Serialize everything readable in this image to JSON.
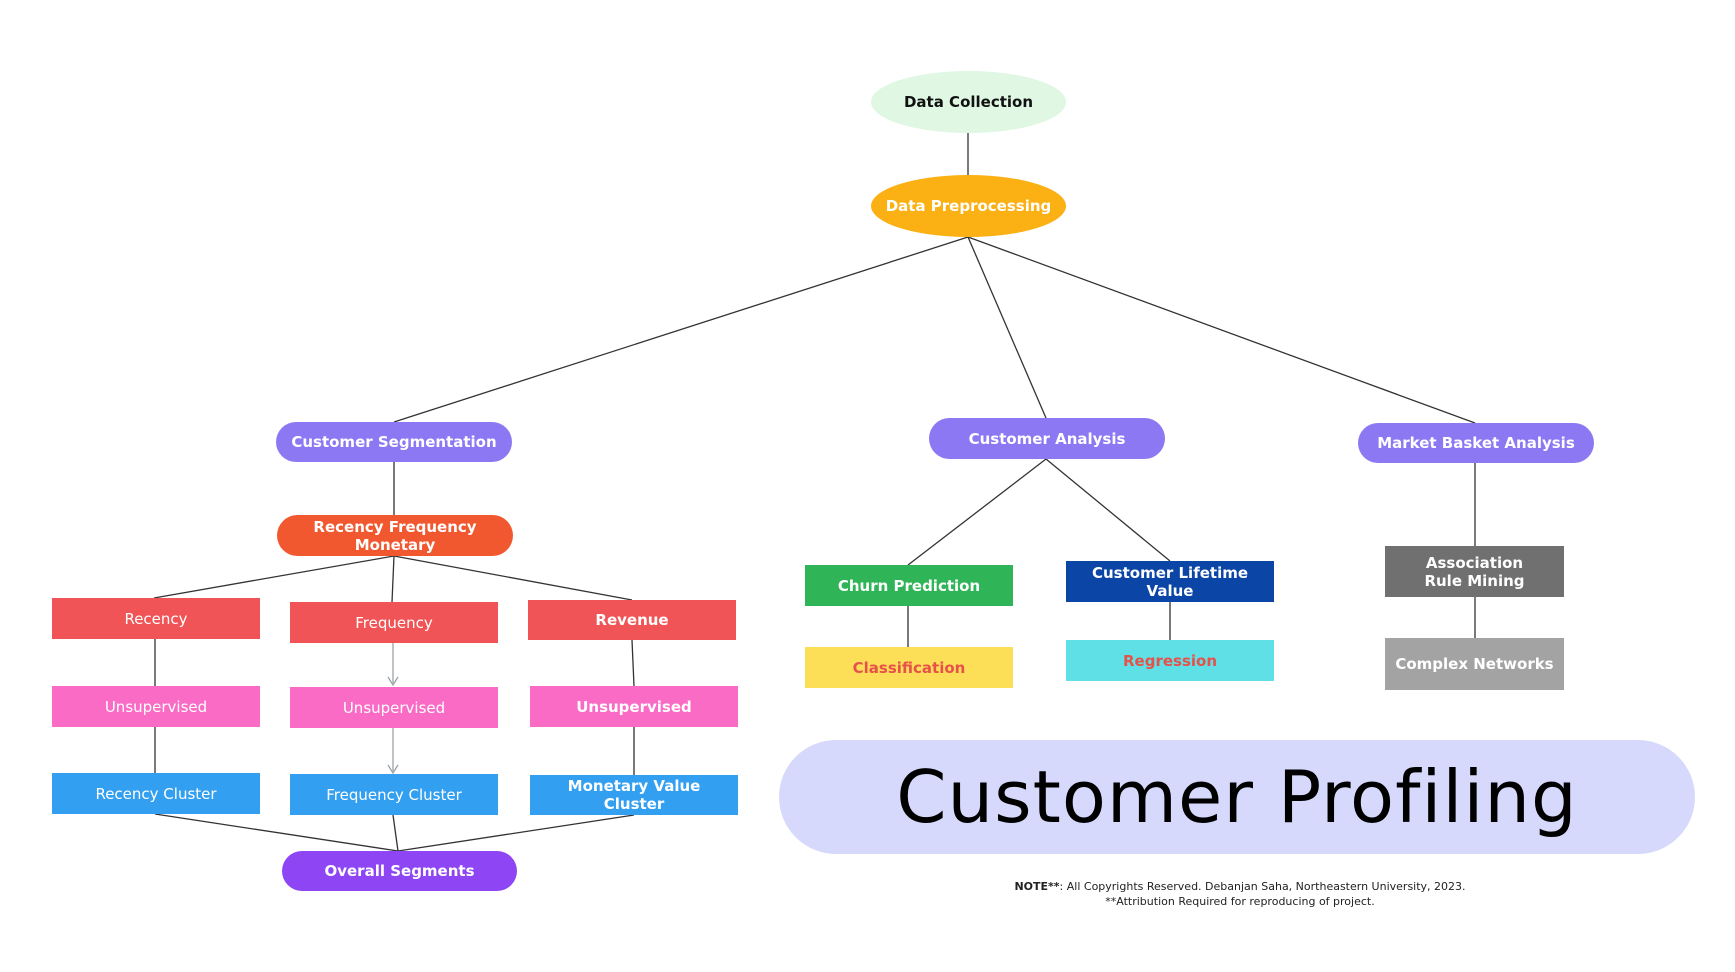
{
  "nodes": {
    "data_collection": "Data Collection",
    "data_preprocessing": "Data Preprocessing",
    "customer_segmentation": "Customer Segmentation",
    "customer_analysis": "Customer Analysis",
    "market_basket_analysis": "Market Basket Analysis",
    "rfm": "Recency Frequency Monetary",
    "recency": "Recency",
    "frequency": "Frequency",
    "revenue": "Revenue",
    "unsupervised_1": "Unsupervised",
    "unsupervised_2": "Unsupervised",
    "unsupervised_3": "Unsupervised",
    "recency_cluster": "Recency Cluster",
    "frequency_cluster": "Frequency Cluster",
    "monetary_value_cluster": "Monetary Value Cluster",
    "overall_segments": "Overall Segments",
    "churn_prediction": "Churn Prediction",
    "classification": "Classification",
    "customer_lifetime_value": "Customer Lifetime Value",
    "regression": "Regression",
    "association_rule_mining": "Association Rule Mining",
    "complex_networks": "Complex Networks"
  },
  "title": "Customer Profiling",
  "note": {
    "prefix": "NOTE**",
    "line1": ": All Copyrights Reserved. Debanjan Saha, Northeastern University, 2023.",
    "line2": "**Attribution Required for reproducing of project."
  },
  "colors": {
    "mint": "#dff7e3",
    "amber": "#fbb013",
    "lavender": "#8c78f3",
    "orange_red": "#f1582f",
    "coral": "#f15456",
    "pink": "#fa6bc5",
    "sky_blue": "#339ff0",
    "purple": "#8e46f4",
    "green": "#2fb558",
    "yellow": "#fddf57",
    "navy": "#0b45a6",
    "cyan": "#5ee0e6",
    "dark_gray": "#707070",
    "light_gray": "#a3a3a3",
    "banner": "#d6d9fb"
  }
}
